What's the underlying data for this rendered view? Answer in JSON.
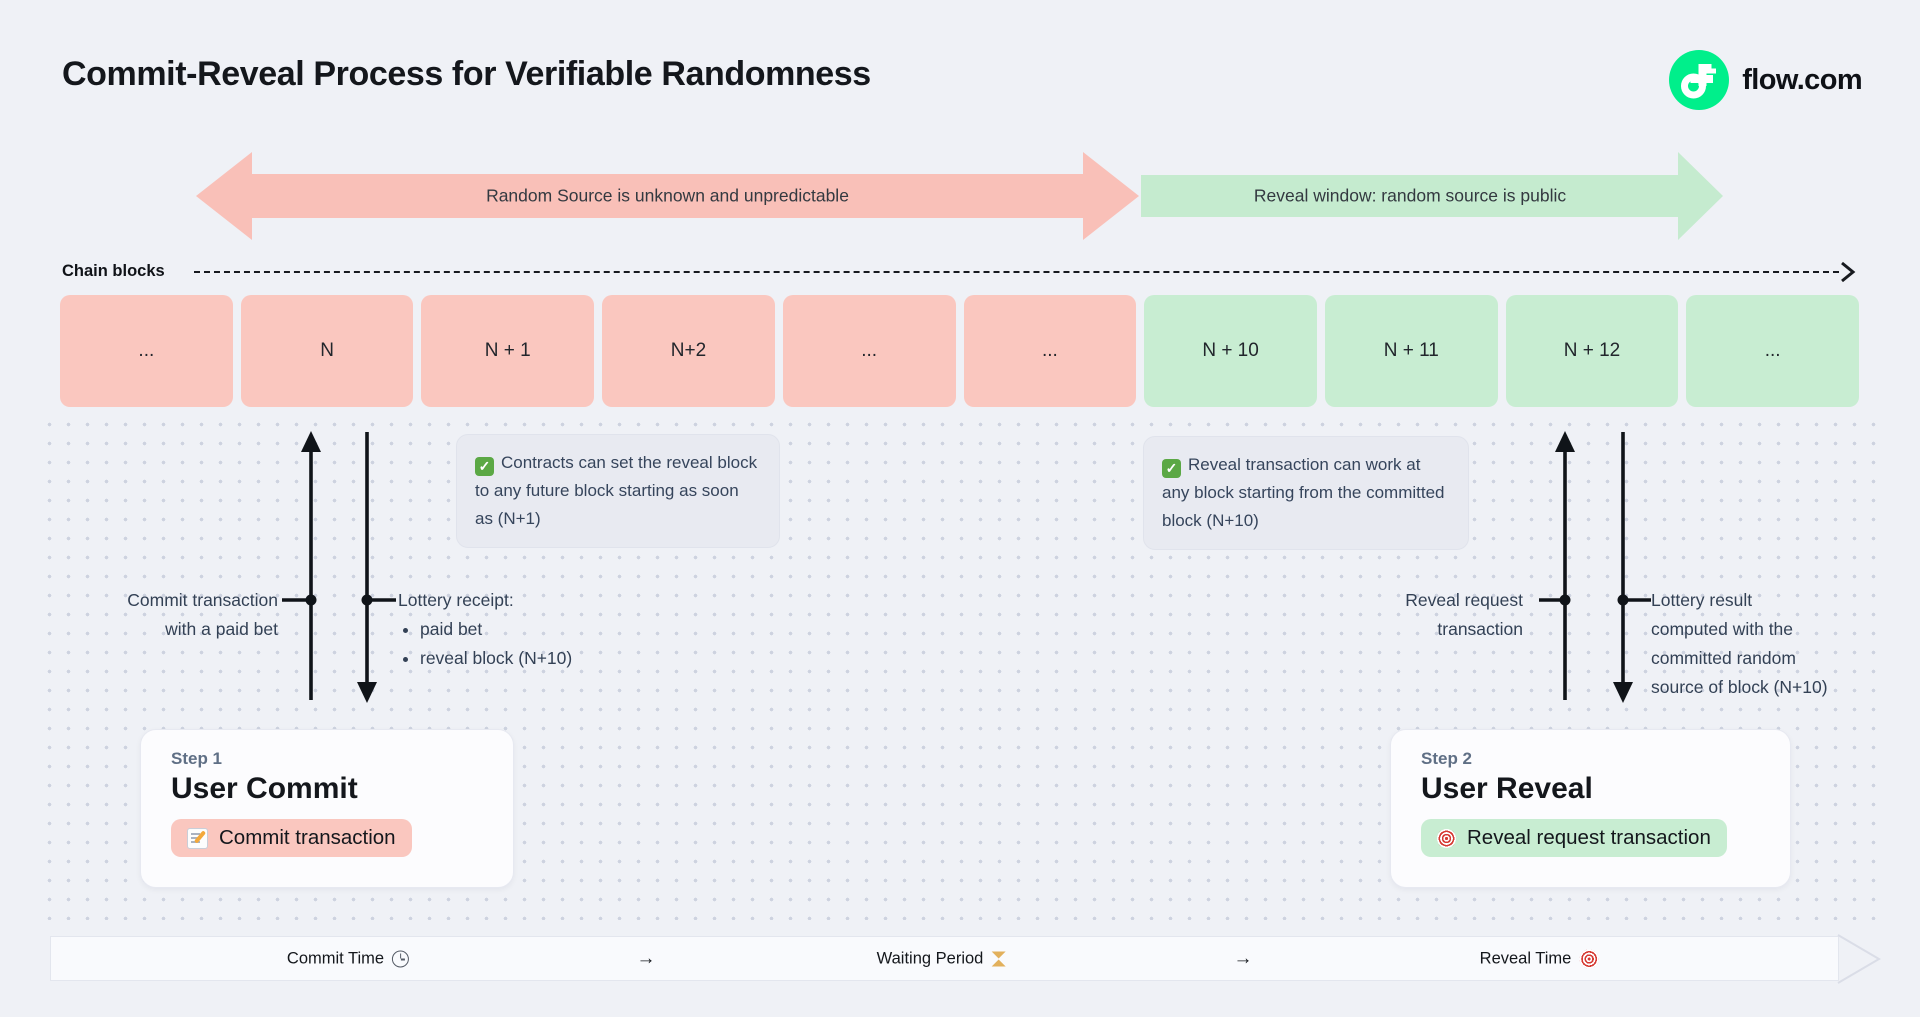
{
  "page": {
    "title": "Commit-Reveal Process for Verifiable Randomness"
  },
  "brand": {
    "name": "flow.com"
  },
  "banners": {
    "unknown": {
      "text": "Random Source is unknown and unpredictable",
      "color": "#F9C0B8"
    },
    "reveal": {
      "text": "Reveal window: random source is public",
      "color": "#C5EBCF"
    }
  },
  "chain": {
    "label": "Chain blocks",
    "blocks": [
      {
        "label": "...",
        "phase": "commit"
      },
      {
        "label": "N",
        "phase": "commit"
      },
      {
        "label": "N + 1",
        "phase": "commit"
      },
      {
        "label": "N+2",
        "phase": "commit"
      },
      {
        "label": "...",
        "phase": "commit"
      },
      {
        "label": "...",
        "phase": "commit"
      },
      {
        "label": "N + 10",
        "phase": "reveal"
      },
      {
        "label": "N + 11",
        "phase": "reveal"
      },
      {
        "label": "N + 12",
        "phase": "reveal"
      },
      {
        "label": "...",
        "phase": "reveal"
      }
    ]
  },
  "callouts": {
    "left": {
      "icon": "✅",
      "check_glyph": "✓",
      "text": "Contracts can set the reveal block to any future block starting as soon as (N+1)"
    },
    "right": {
      "icon": "✅",
      "check_glyph": "✓",
      "text": "Reveal transaction can work at any block starting from the committed block (N+10)"
    }
  },
  "annotations": {
    "commit": {
      "line1": "Commit transaction",
      "line2": "with a paid bet"
    },
    "receipt": {
      "title": "Lottery receipt:",
      "bullets": [
        "paid bet",
        "reveal block (N+10)"
      ]
    },
    "reveal": {
      "line1": "Reveal request",
      "line2": "transaction"
    },
    "result": {
      "line1": "Lottery result",
      "line2": "computed with the",
      "line3": "committed random",
      "line4": "source of block (N+10)"
    }
  },
  "steps": {
    "commit": {
      "step": "Step 1",
      "title": "User Commit",
      "action": "Commit transaction",
      "icon": "📝"
    },
    "reveal": {
      "step": "Step 2",
      "title": "User Reveal",
      "action": "Reveal request transaction",
      "icon": "🎯"
    }
  },
  "timeline": {
    "items": [
      {
        "label": "Commit Time",
        "icon": "⏱️"
      },
      {
        "label": "→"
      },
      {
        "label": "Waiting Period",
        "icon": "⏳"
      },
      {
        "label": "→"
      },
      {
        "label": "Reveal Time",
        "icon": "🎯"
      }
    ]
  },
  "colors": {
    "background": "#EFF1F6",
    "pink_banner": "#F9C0B8",
    "pink_block": "#FAC7BF",
    "green_banner": "#C5EBCF",
    "green_block": "#C8EDD2",
    "flow_green": "#00EF8B",
    "callout_bg": "#E8EAF1",
    "slate_text": "#334155"
  }
}
